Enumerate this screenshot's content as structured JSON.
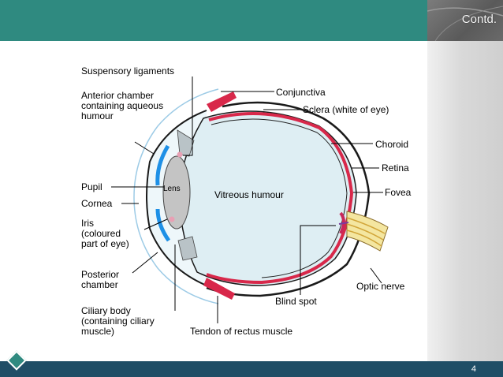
{
  "header": {
    "continued_label": "Contd."
  },
  "footer": {
    "page_number": "4"
  },
  "diagram": {
    "labels": {
      "suspensory": "Suspensory ligaments",
      "anterior_1": "Anterior chamber",
      "anterior_2": "containing aqueous",
      "anterior_3": "humour",
      "conjunctiva": "Conjunctiva",
      "sclera": "Sclera (white of eye)",
      "choroid": "Choroid",
      "retina": "Retina",
      "fovea": "Fovea",
      "pupil": "Pupil",
      "cornea": "Cornea",
      "lens": "Lens",
      "vitreous": "Vitreous humour",
      "iris_1": "Iris",
      "iris_2": "(coloured",
      "iris_3": "part of eye)",
      "posterior_1": "Posterior",
      "posterior_2": "chamber",
      "optic_nerve": "Optic nerve",
      "blind_spot": "Blind spot",
      "ciliary_1": "Ciliary body",
      "ciliary_2": "(containing ciliary",
      "ciliary_3": "muscle)",
      "tendon": "Tendon of rectus muscle"
    }
  }
}
